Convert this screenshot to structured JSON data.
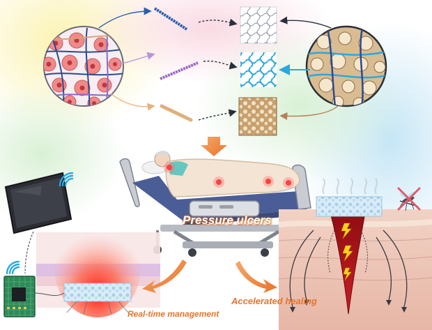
{
  "labels": {
    "pressure_ulcers": "Pressure ulcers",
    "real_time_management": "Real-time management",
    "accelerated_healing": "Accelerated healing"
  },
  "colors": {
    "accent_orange": "#e8742a",
    "arrow_dark": "#2a2f3a",
    "fiber_blue": "#2d5fae",
    "fiber_purple": "#9a6ac8",
    "fiber_tan": "#e0b07a",
    "wound_red": "#b5141c",
    "heat_red": "#ff3a2a",
    "board_green": "#2f8a5a"
  },
  "icons": [
    "wifi-icon",
    "tablet-icon",
    "circuit-board-icon",
    "bed-icon",
    "patient-icon",
    "mosquito-icon",
    "lightning-icon",
    "no-symbol-icon"
  ]
}
